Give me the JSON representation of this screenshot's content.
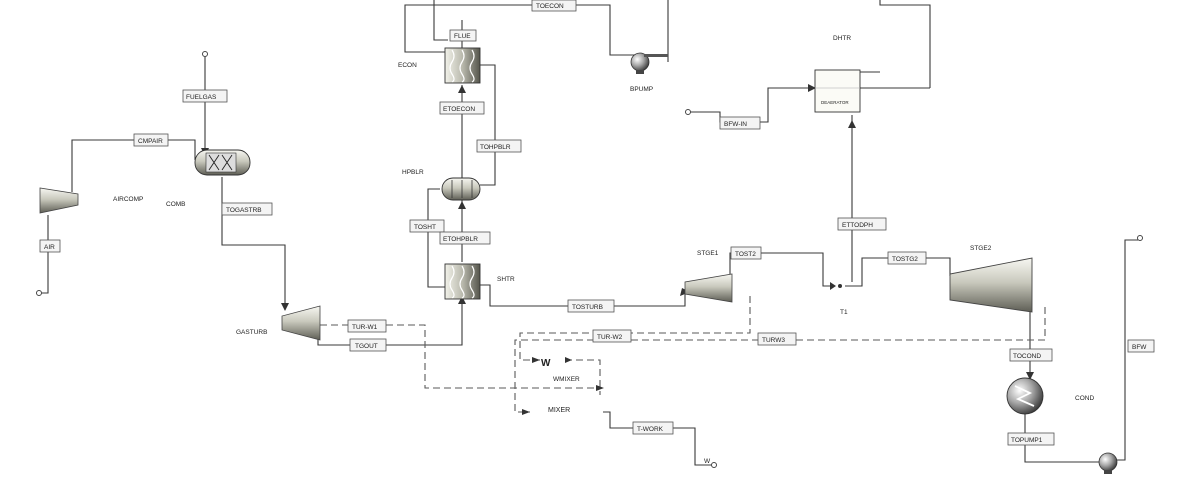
{
  "units": {
    "aircomp": "AIRCOMP",
    "comb": "COMB",
    "gasturb": "GASTURB",
    "econ": "ECON",
    "hpblr": "HPBLR",
    "shtr": "SHTR",
    "bpump": "BPUMP",
    "dhtr": "DHTR",
    "dhtr_inner": "DEAERATOR",
    "stge1": "STGE1",
    "stge2": "STGE2",
    "t1": "T1",
    "cond": "COND",
    "wmixer": "WMIXER",
    "mixer": "MIXER",
    "w_symbol": "W"
  },
  "streams": {
    "air": "AIR",
    "cmpair": "CMPAIR",
    "fuelgas": "FUELGAS",
    "togastrb": "TOGASTRB",
    "turw1": "TUR-W1",
    "tgout": "TGOUT",
    "flue": "FLUE",
    "togcon": "TOECON",
    "etoecon": "ETOECON",
    "tohpblr": "TOHPBLR",
    "tosht": "TOSHT",
    "etohpblr": "ETOHPBLR",
    "tostur": "TOSTURB",
    "tost2": "TOST2",
    "tostg2": "TOSTG2",
    "ettodph": "ETTODPH",
    "turw2": "TUR-W2",
    "turw3": "TURW3",
    "bfw_in": "BFW-IN",
    "tocond": "TOCOND",
    "topump1": "TOPUMP1",
    "bfw": "BFW",
    "twork": "T-WORK",
    "w_out": "W"
  }
}
